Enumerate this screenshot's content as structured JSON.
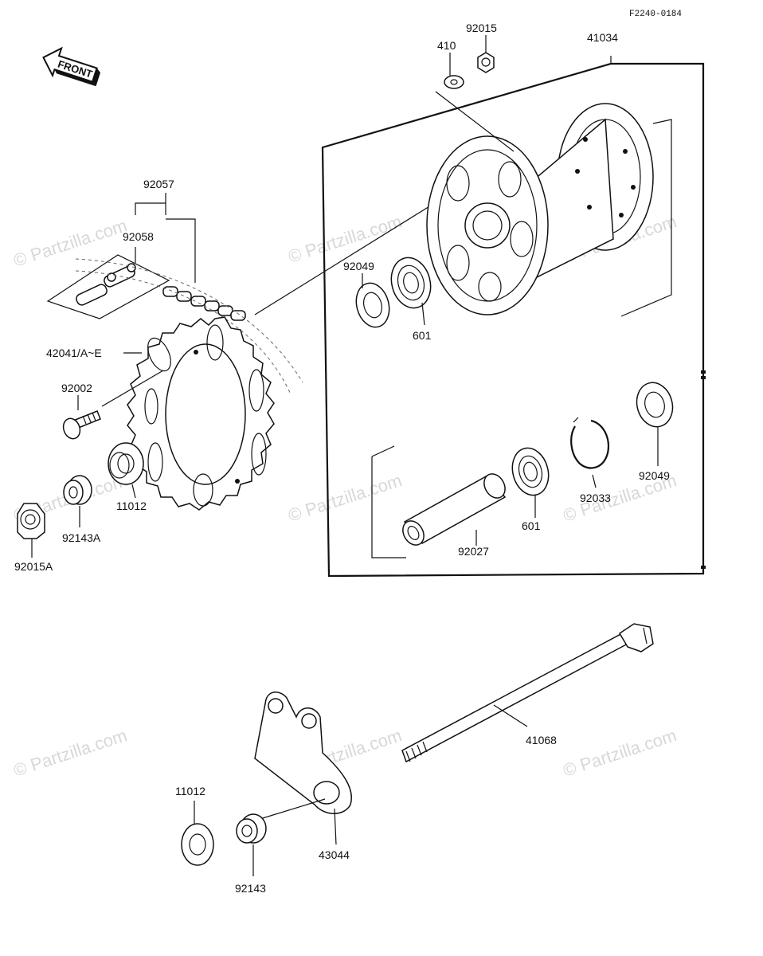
{
  "diagram": {
    "code": "F2240-0184",
    "front_label": "FRONT",
    "watermark": "© Partzilla.com",
    "labels": {
      "p92015": "92015",
      "p410": "410",
      "p41034": "41034",
      "p92057": "92057",
      "p92058": "92058",
      "p92049_top": "92049",
      "p601_top": "601",
      "p42041": "42041/A~E",
      "p92002": "92002",
      "p11012_top": "11012",
      "p92143A": "92143A",
      "p92015A": "92015A",
      "p92033": "92033",
      "p92049_right": "92049",
      "p601_mid": "601",
      "p92027": "92027",
      "p41068": "41068",
      "p11012_bot": "11012",
      "p43044": "43044",
      "p92143": "92143"
    }
  }
}
